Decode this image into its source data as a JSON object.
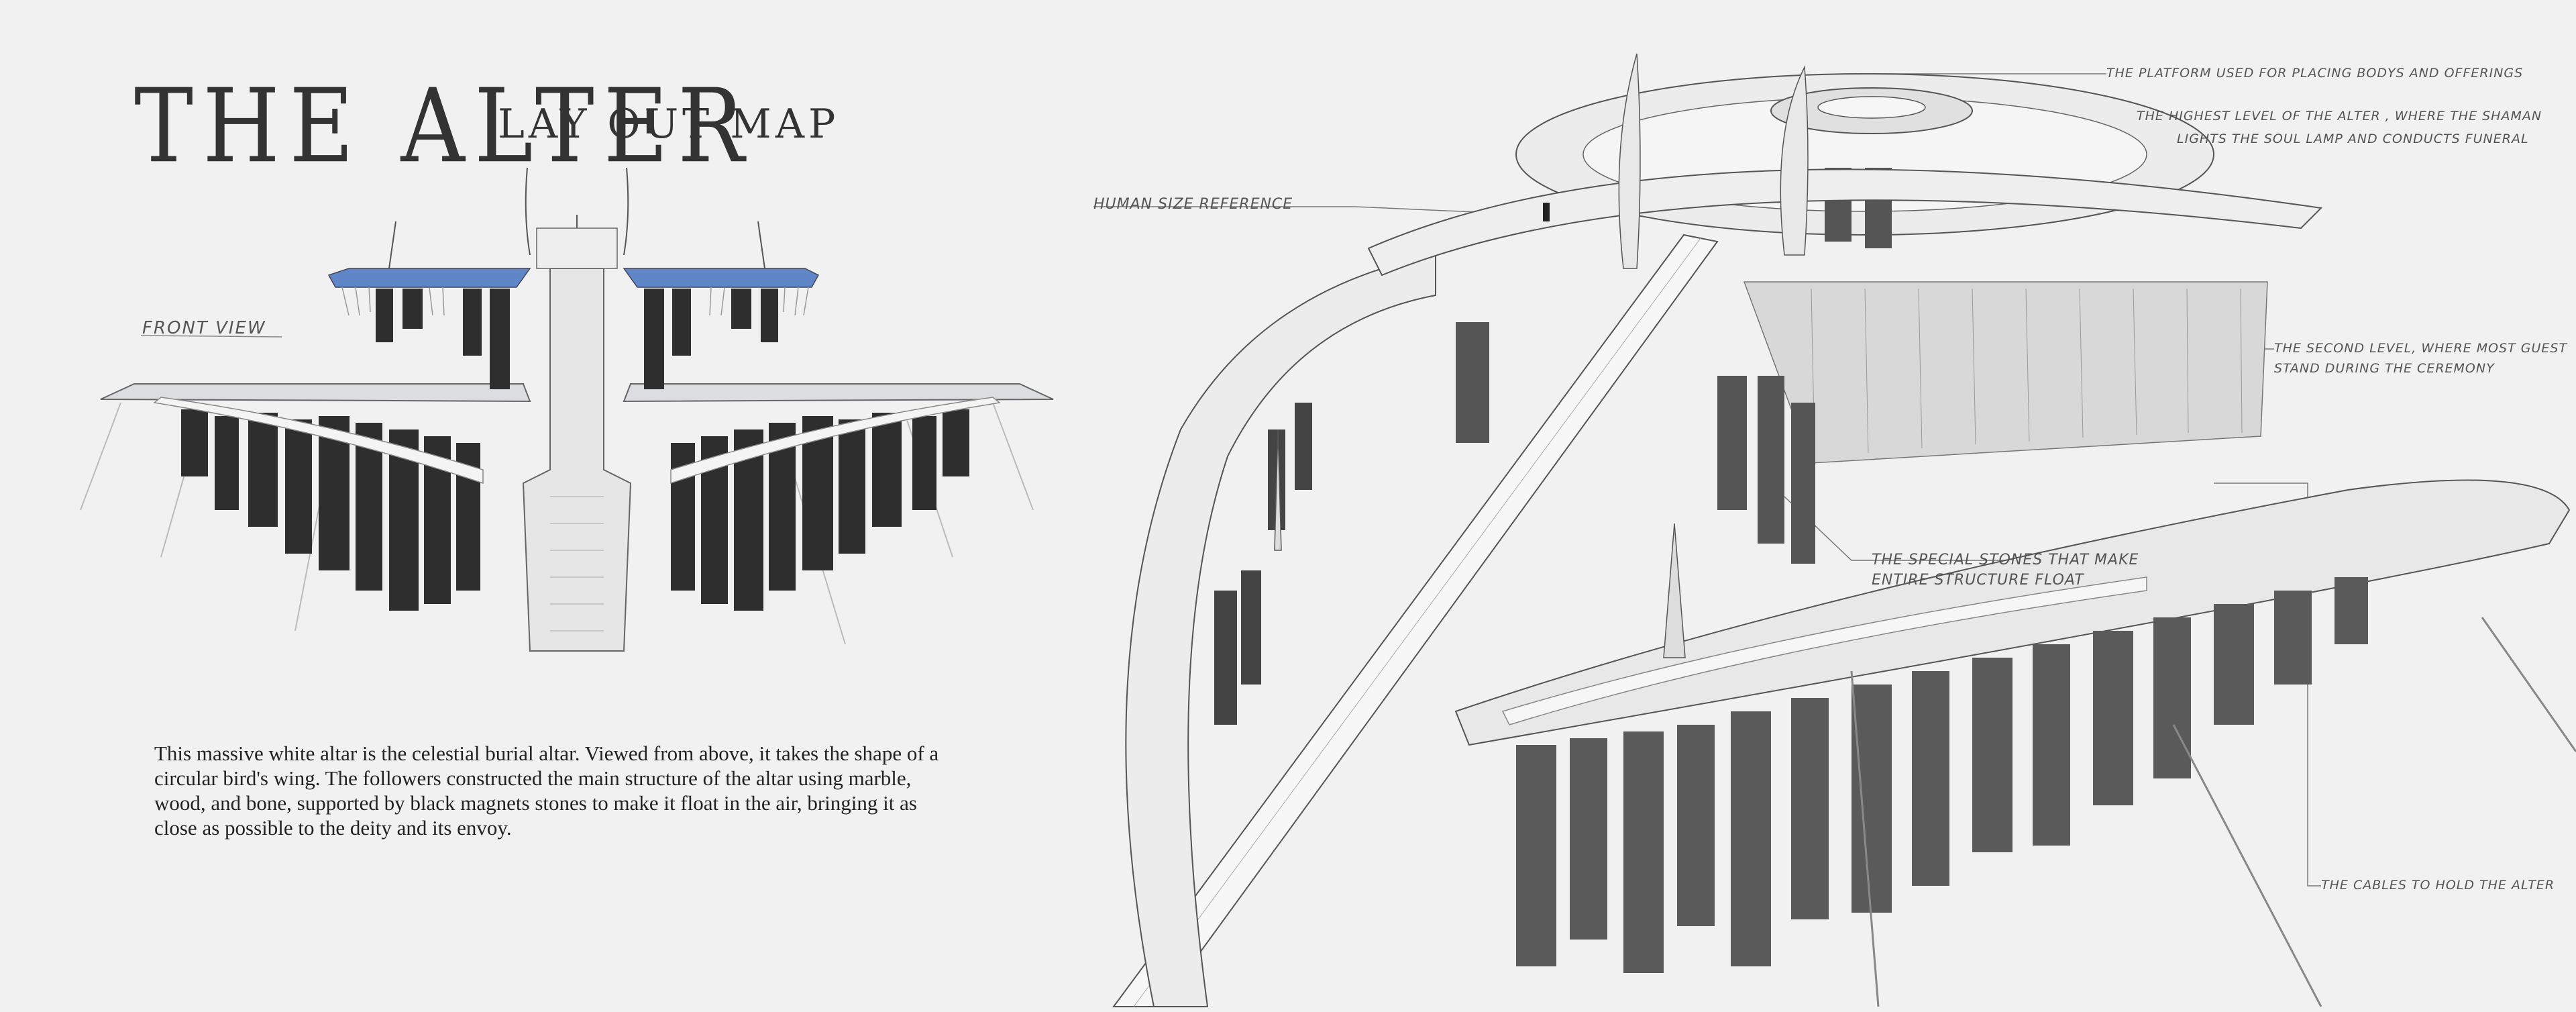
{
  "header": {
    "title": "THE ALTER",
    "subtitle": "LAY OUT MAP"
  },
  "front_view": {
    "label": "FRONT VIEW"
  },
  "description": "This massive white altar is the celestial burial altar. Viewed from above, it takes the shape of a circular bird's wing. The followers constructed the main structure of the altar using marble, wood, and bone, supported by black magnets stones to make it float in the air, bringing it as close as possible to the deity and its envoy.",
  "annotations": {
    "human_size": "HUMAN SIZE REFERENCE",
    "platform": "THE PLATFORM USED FOR PLACING BODYS AND OFFERINGS",
    "highest_1": "THE HIGHEST LEVEL OF THE ALTER , WHERE THE SHAMAN",
    "highest_2": "LIGHTS THE SOUL LAMP AND CONDUCTS FUNERAL",
    "second_1": "THE SECOND LEVEL, WHERE MOST GUEST",
    "second_2": "STAND DURING THE CEREMONY",
    "stones_1": "THE SPECIAL STONES THAT MAKE",
    "stones_2": "ENTIRE STRUCTURE FLOAT",
    "cables": "THE CABLES TO HOLD THE ALTER"
  },
  "colors": {
    "background": "#f1f1f1",
    "stone": "#2e2e2e",
    "marble": "#e6e6e6",
    "accent_blue": "#5f87c8",
    "line": "#777777"
  }
}
